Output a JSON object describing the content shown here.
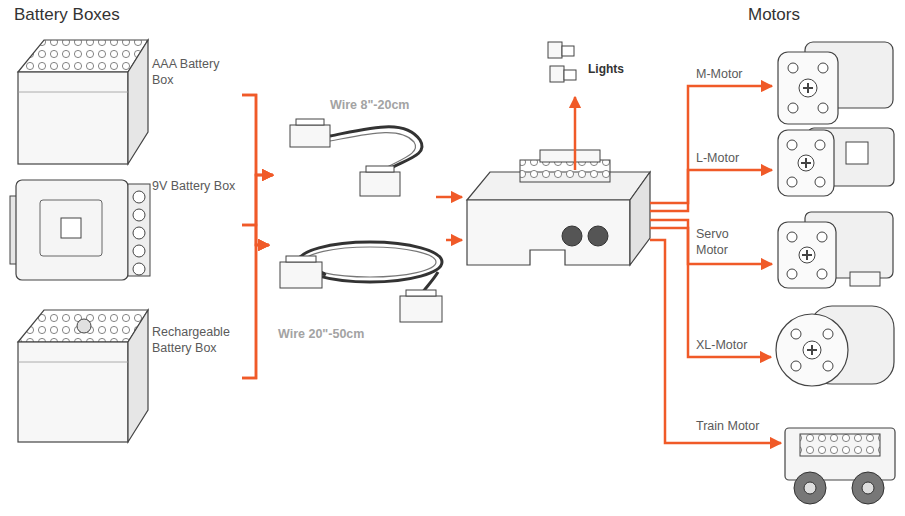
{
  "diagram": {
    "nodes": [
      {
        "text": [
          "AAA Battery Box"
        ]
      },
      {
        "text": [
          "9V Battery Box"
        ]
      },
      {
        "text": [
          "Rechargeable Battery Box"
        ]
      },
      {
        "text": [
          "Wire 8\"-20cm"
        ]
      },
      {
        "text": [
          "Wire 20\"-50cm"
        ]
      },
      {
        "text": [
          "Lights"
        ]
      },
      {
        "text": [
          "M-Motor"
        ]
      },
      {
        "text": [
          "L-Motor"
        ]
      },
      {
        "text": [
          "Servo Motor"
        ]
      },
      {
        "text": [
          "XL-Motor"
        ]
      },
      {
        "text": [
          "Train Motor"
        ]
      }
    ],
    "edges": [
      {
        "from": 0,
        "to": 3,
        "arrow": "to"
      },
      {
        "from": 0,
        "to": 4,
        "arrow": "to"
      },
      {
        "from": 1,
        "to": 3,
        "arrow": "to"
      },
      {
        "from": 1,
        "to": 4,
        "arrow": "to"
      },
      {
        "from": 2,
        "to": 3,
        "arrow": "to"
      },
      {
        "from": 2,
        "to": 4,
        "arrow": "to"
      }
    ],
    "labels": [
      "Battery Boxes",
      "Motors"
    ]
  }
}
